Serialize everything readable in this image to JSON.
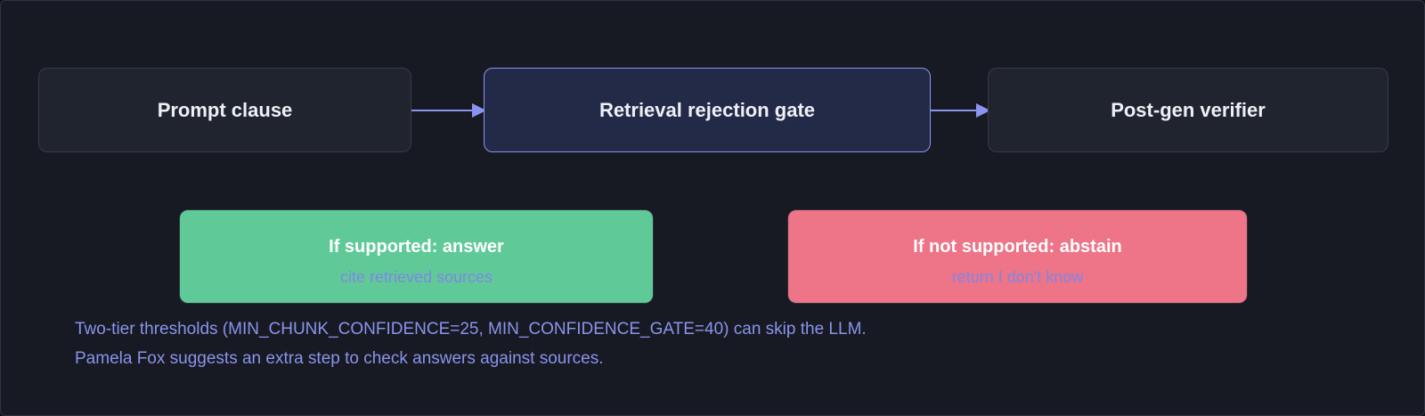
{
  "colors": {
    "background": "#171a22",
    "node_fill": "#20242e",
    "active_node_fill": "#232a48",
    "accent": "#8b93f0",
    "answer_fill": "#5fca97",
    "abstain_fill": "#ee7488",
    "note_text": "#8b93ec"
  },
  "pipeline": {
    "nodes": [
      {
        "label": "Prompt clause",
        "state": "default"
      },
      {
        "label": "Retrieval rejection gate",
        "state": "highlighted"
      },
      {
        "label": "Post-gen verifier",
        "state": "default"
      }
    ]
  },
  "outcomes": {
    "answer": {
      "title": "If supported: answer",
      "subtitle": "cite retrieved sources"
    },
    "abstain": {
      "title": "If not supported: abstain",
      "subtitle": "return I don't know"
    }
  },
  "notes": [
    "Two-tier thresholds (MIN_CHUNK_CONFIDENCE=25, MIN_CONFIDENCE_GATE=40) can skip the LLM.",
    "Pamela Fox suggests an extra step to check answers against sources."
  ]
}
